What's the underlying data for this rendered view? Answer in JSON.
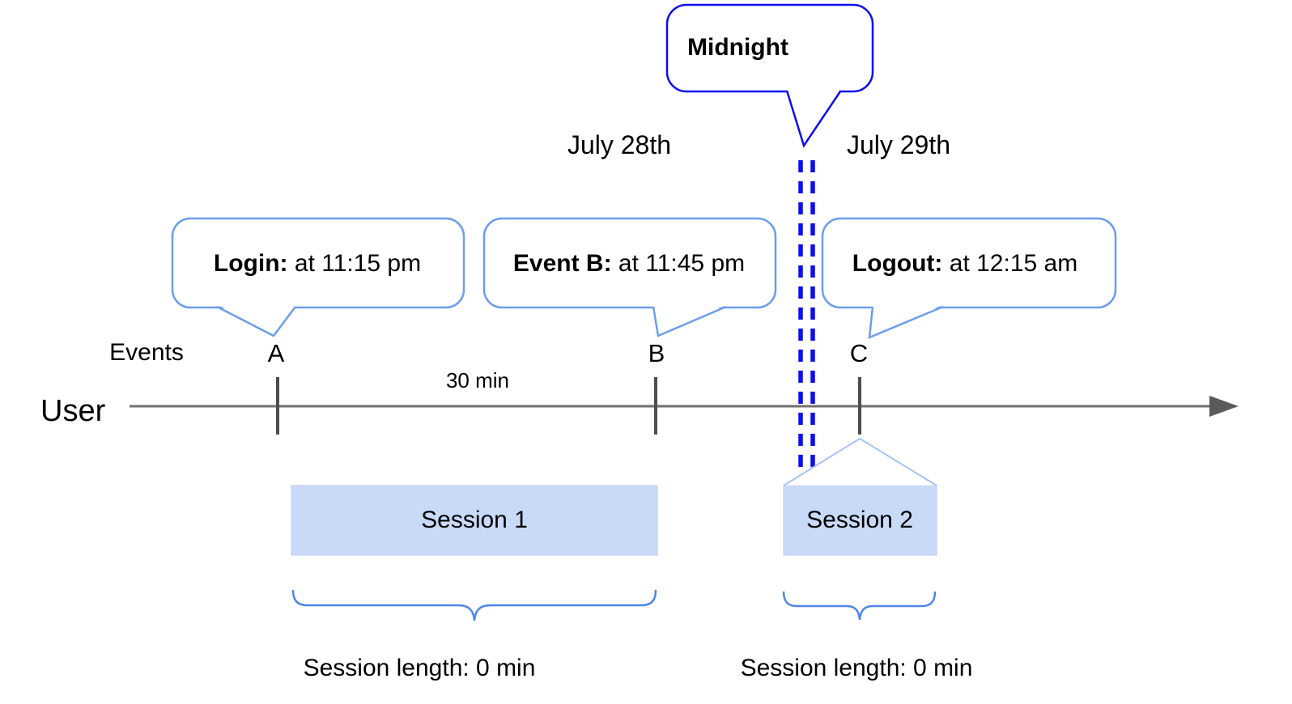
{
  "callouts": {
    "midnight": {
      "label": "Midnight"
    },
    "login": {
      "label": "Login:",
      "text": "at 11:15 pm"
    },
    "event_b": {
      "label": "Event B:",
      "text": "at 11:45 pm"
    },
    "logout": {
      "label": "Logout:",
      "text": "at 12:15 am"
    }
  },
  "dates": {
    "before_midnight": "July 28th",
    "after_midnight": "July 29th"
  },
  "timeline": {
    "events_label": "Events",
    "user_label": "User",
    "markers": [
      "A",
      "B",
      "C"
    ],
    "interval_label": "30 min"
  },
  "sessions": [
    {
      "name": "Session 1",
      "length_label": "Session length: 0 min"
    },
    {
      "name": "Session 2",
      "length_label": "Session length: 0 min"
    }
  ],
  "colors": {
    "callout_border": "#6d9eeb",
    "midnight_border": "#0d0df0",
    "midnight_dash": "#0d0df0",
    "session_fill": "#c9daf8",
    "session_pointer": "#a4c2f4",
    "brace": "#4e86e8",
    "axis": "#707070",
    "tick": "#4d4d4d",
    "arrow": "#5a5a5a",
    "text": "#000000"
  }
}
